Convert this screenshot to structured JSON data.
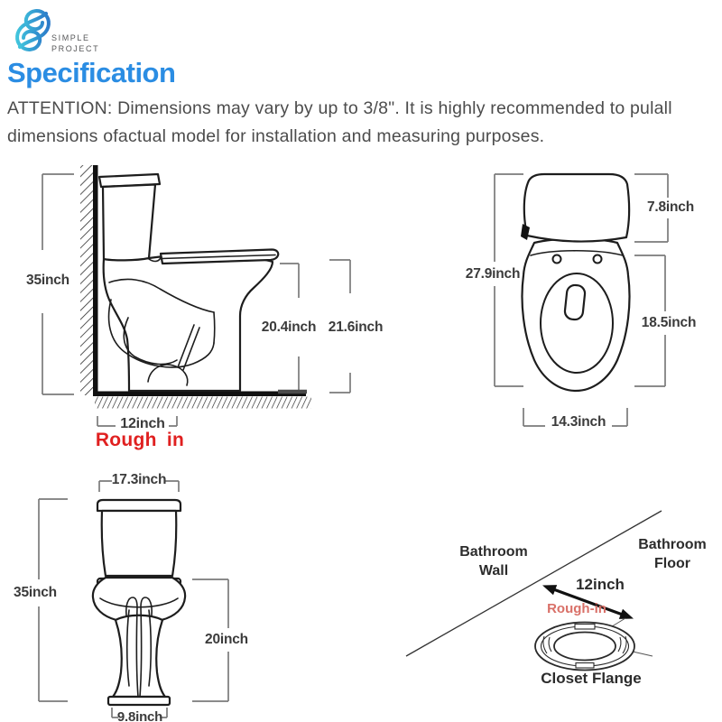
{
  "header": {
    "brand_line1": "SIMPLE",
    "brand_line2": "PROJECT",
    "title": "Specification",
    "attention_line1": "ATTENTION: Dimensions may vary by up to 3/8\". It is highly recommended to pulall",
    "attention_line2": "dimensions ofactual model for installation and measuring purposes."
  },
  "colors": {
    "title_blue": "#2b8de3",
    "logo_cyan": "#41c4dc",
    "logo_blue": "#2b7ac9",
    "rough_in_red": "#e02020",
    "rough_in_salmon": "#d97068",
    "line_art": "#1d1d1d",
    "bracket_gray": "#7b7b7b",
    "dimension_text": "#3b3b3b"
  },
  "side_view": {
    "height_label": "35inch",
    "seat_height_label": "20.4inch",
    "overall_height_label": "21.6inch",
    "rough_in_value": "12inch",
    "rough_in_caption": "Rough in"
  },
  "top_view": {
    "tank_depth_label": "7.8inch",
    "overall_depth_label": "27.9inch",
    "bowl_length_label": "18.5inch",
    "bowl_width_label": "14.3inch"
  },
  "front_view": {
    "tank_width_label": "17.3inch",
    "height_label": "35inch",
    "rim_height_label": "20inch",
    "base_width_label": "9.8inch"
  },
  "floor_view": {
    "wall_label_line1": "Bathroom",
    "wall_label_line2": "Wall",
    "floor_label_line1": "Bathroom",
    "floor_label_line2": "Floor",
    "distance_label": "12inch",
    "rough_in_label": "Rough-in",
    "flange_label": "Closet Flange"
  }
}
